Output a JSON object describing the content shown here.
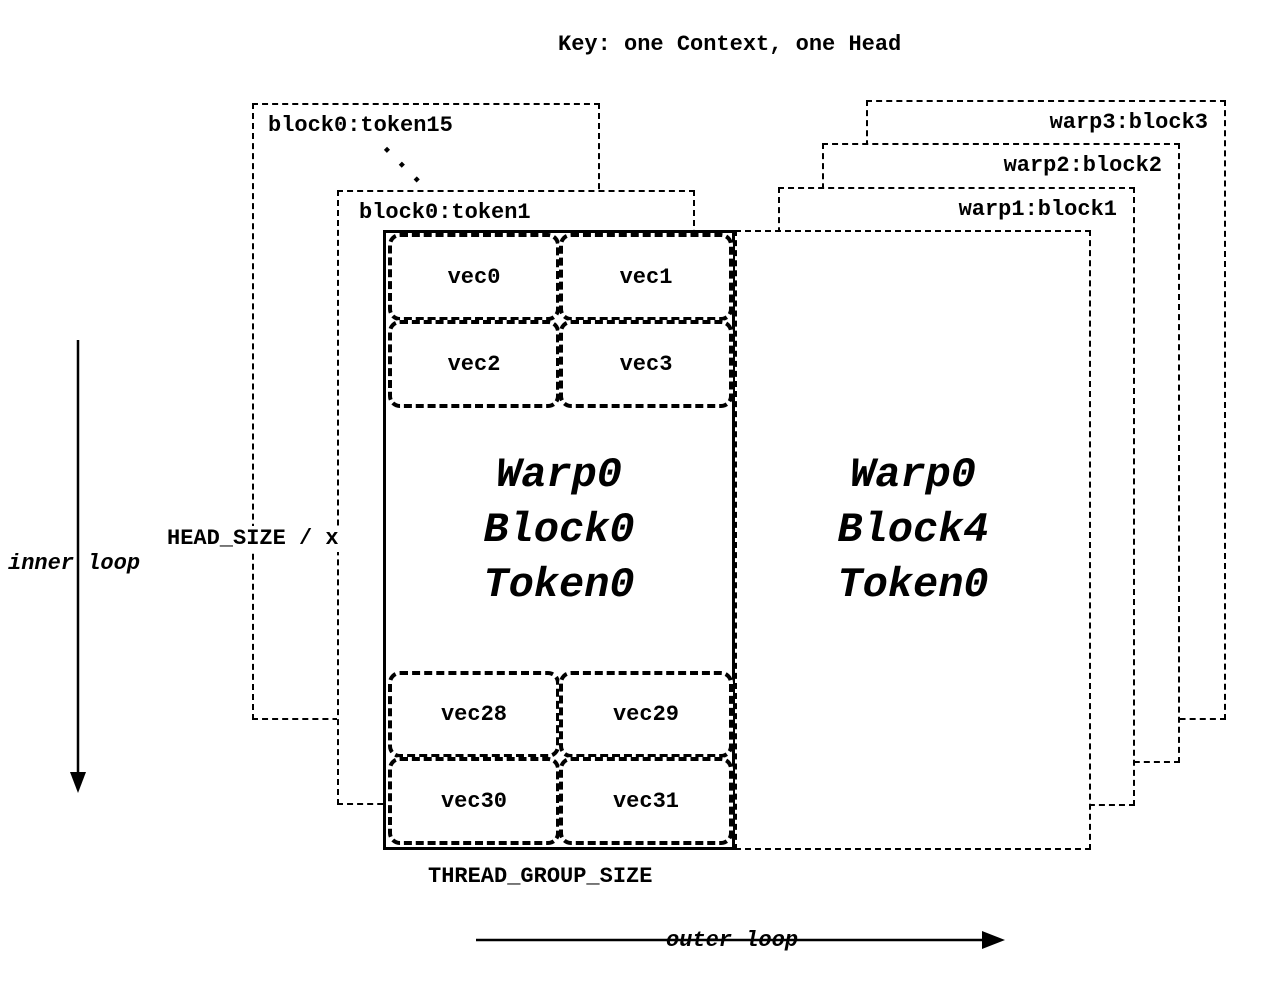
{
  "title": "Key: one Context, one Head",
  "left_stack": {
    "back_box_label": "block0:token15",
    "ellipsis": "...",
    "front_box_label": "block0:token1"
  },
  "right_stack": {
    "box3_label": "warp3:block3",
    "box2_label": "warp2:block2",
    "box1_label": "warp1:block1"
  },
  "main_block": {
    "top_vecs": [
      "vec0",
      "vec1",
      "vec2",
      "vec3"
    ],
    "center": [
      "Warp0",
      "Block0",
      "Token0"
    ],
    "bottom_vecs": [
      "vec28",
      "vec29",
      "vec30",
      "vec31"
    ]
  },
  "right_block": {
    "center": [
      "Warp0",
      "Block4",
      "Token0"
    ]
  },
  "annotations": {
    "inner_loop": "inner loop",
    "outer_loop": "outer loop",
    "head_size": "HEAD_SIZE / x",
    "thread_group_size": "THREAD_GROUP_SIZE"
  },
  "colors": {
    "line": "#000000",
    "background": "#ffffff"
  }
}
